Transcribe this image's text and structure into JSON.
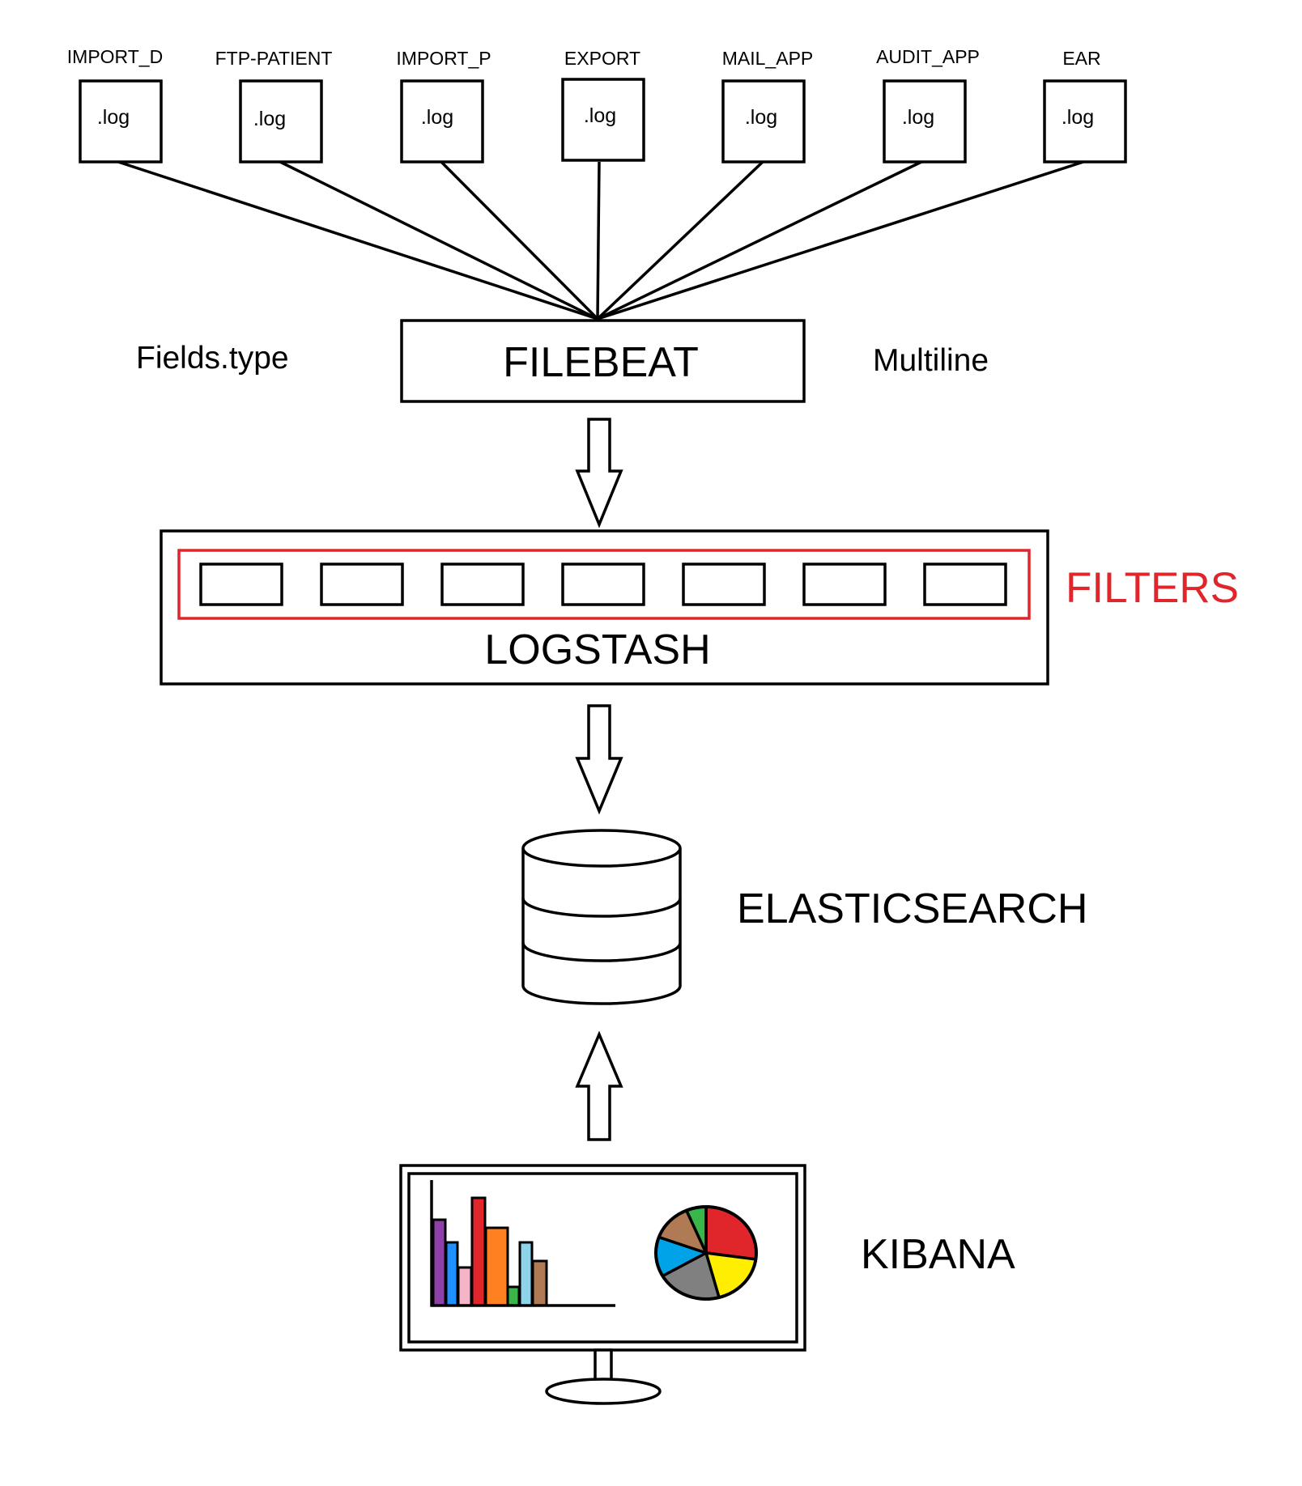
{
  "sources": [
    {
      "name": "IMPORT_D",
      "file_label": ".log"
    },
    {
      "name": "FTP-PATIENT",
      "file_label": ".log"
    },
    {
      "name": "IMPORT_P",
      "file_label": ".log"
    },
    {
      "name": "EXPORT",
      "file_label": ".log"
    },
    {
      "name": "MAIL_APP",
      "file_label": ".log"
    },
    {
      "name": "AUDIT_APP",
      "file_label": ".log"
    },
    {
      "name": "EAR",
      "file_label": ".log"
    }
  ],
  "filebeat": {
    "title": "FILEBEAT",
    "left_note": "Fields.type",
    "right_note": "Multiline"
  },
  "logstash": {
    "title": "LOGSTASH",
    "filters_label": "FILTERS",
    "filter_count": 7,
    "filters_color": "#e0252b"
  },
  "elasticsearch": {
    "title": "ELASTICSEARCH"
  },
  "kibana": {
    "title": "KIBANA",
    "bar_colors": [
      "#8e3fa8",
      "#1e90ff",
      "#f5b5c8",
      "#e0252b",
      "#ff8020",
      "#3ab54a",
      "#8ed3ea",
      "#b07a55"
    ],
    "pie_colors": [
      "#e0252b",
      "#ffee00",
      "#808080",
      "#00a2e8",
      "#b07a55",
      "#3ab54a"
    ]
  }
}
